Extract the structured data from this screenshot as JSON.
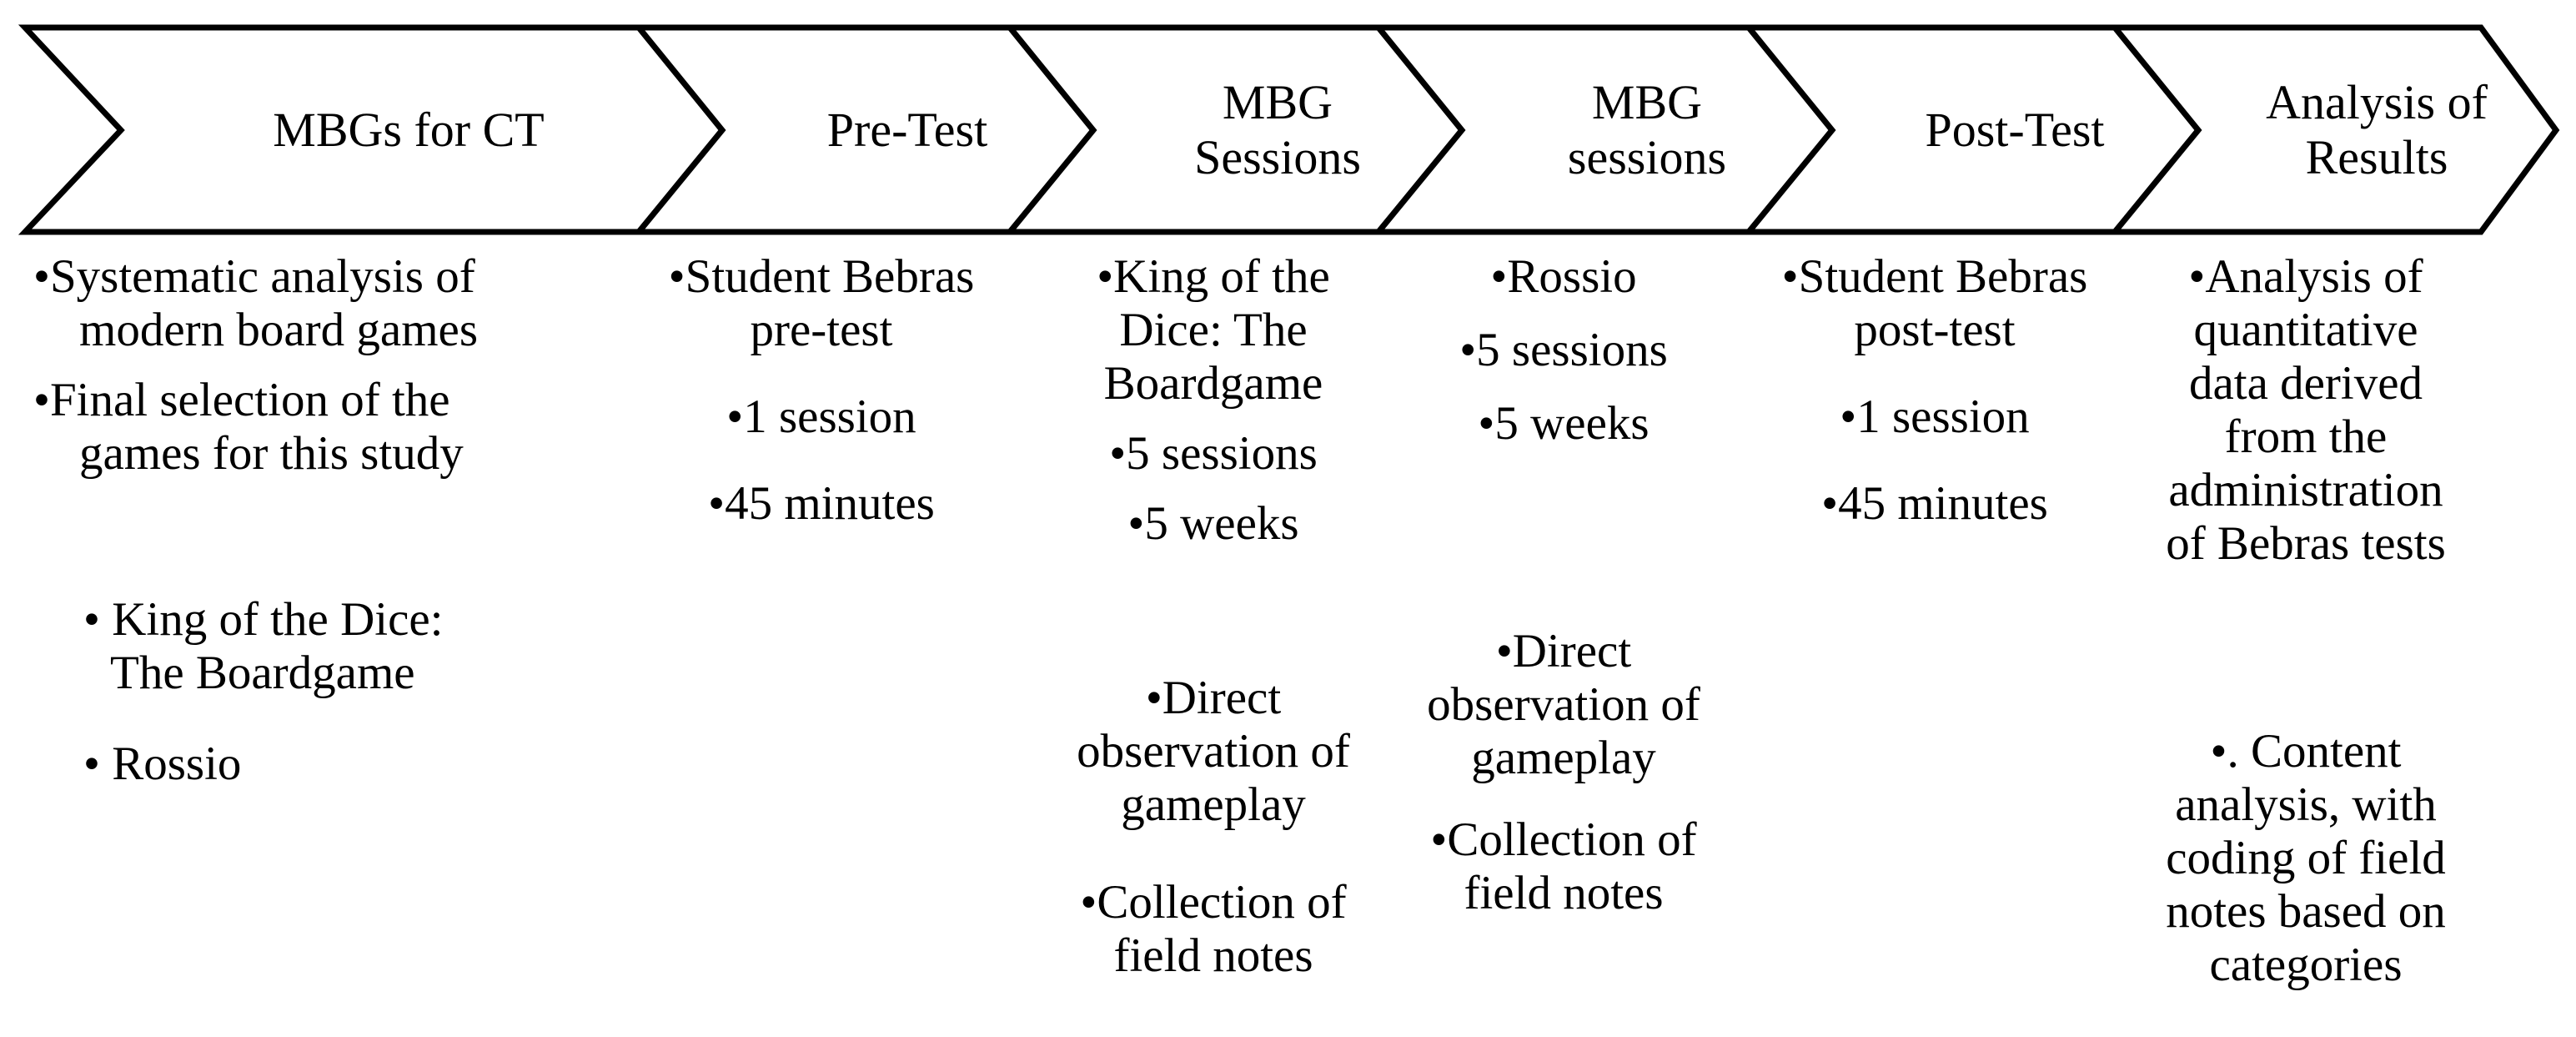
{
  "figure": {
    "type": "process-flow-diagram",
    "colors": {
      "outline": "#000000",
      "fill": "#ffffff",
      "text": "#000000"
    },
    "phases": [
      {
        "label": "MBGs for CT",
        "bullets": [
          "•Systematic analysis of\nmodern board games",
          "•Final selection of the\ngames for this study",
          "• King of the Dice:\nThe Boardgame",
          "• Rossio"
        ]
      },
      {
        "label": "Pre-Test",
        "bullets": [
          "•Student Bebras\npre-test",
          "•1 session",
          "•45 minutes"
        ]
      },
      {
        "label": "MBG Sessions",
        "bullets": [
          "•King of the\nDice: The\nBoardgame",
          "•5 sessions",
          "•5 weeks",
          "•Direct\nobservation of\ngameplay",
          "•Collection of\nfield notes"
        ]
      },
      {
        "label": "MBG sessions",
        "bullets": [
          "•Rossio",
          "•5 sessions",
          "•5 weeks",
          "•Direct\nobservation of\ngameplay",
          "•Collection of\nfield notes"
        ]
      },
      {
        "label": "Post-Test",
        "bullets": [
          "•Student Bebras\npost-test",
          "•1 session",
          "•45 minutes"
        ]
      },
      {
        "label": "Analysis of Results",
        "bullets": [
          "•Analysis of\nquantitative\ndata derived\nfrom the\nadministration\nof Bebras tests",
          "•. Content\nanalysis, with\ncoding of field\nnotes based on\ncategories"
        ]
      }
    ]
  }
}
